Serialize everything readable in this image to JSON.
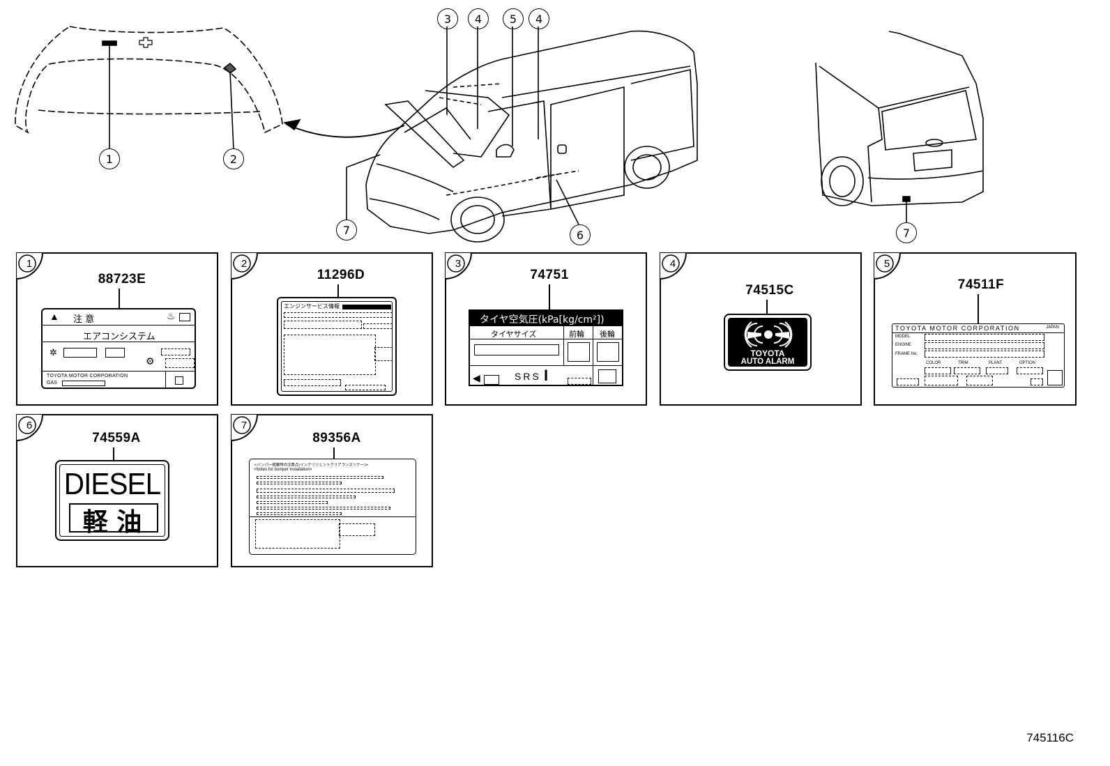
{
  "callouts": {
    "c1": "1",
    "c2": "2",
    "c3": "3",
    "c4a": "4",
    "c5": "5",
    "c4b": "4",
    "c6": "6",
    "c7a": "7",
    "c7b": "7"
  },
  "panels": [
    {
      "num": "1",
      "part": "88723E"
    },
    {
      "num": "2",
      "part": "11296D"
    },
    {
      "num": "3",
      "part": "74751"
    },
    {
      "num": "4",
      "part": "74515C"
    },
    {
      "num": "5",
      "part": "74511F"
    },
    {
      "num": "6",
      "part": "74559A"
    },
    {
      "num": "7",
      "part": "89356A"
    }
  ],
  "label1": {
    "caution": "注 意",
    "system": "エアコンシステム",
    "maker": "TOYOTA MOTOR CORPORATION",
    "gas": "GAS"
  },
  "label2": {
    "header": "エンジンサービス情報"
  },
  "label3": {
    "title": "タイヤ空気圧(kPa[kg/cm²])",
    "size": "タイヤサイズ",
    "front": "前輪",
    "rear": "後輪",
    "srs": "SRS"
  },
  "label4": {
    "line1": "TOYOTA",
    "line2": "AUTO ALARM"
  },
  "label5": {
    "maker": "TOYOTA MOTOR CORPORATION",
    "japan": "JAPAN",
    "model": "MODEL",
    "engine": "ENGINE",
    "frame": "FRAME No.",
    "color": "COLOR",
    "trim": "TRIM",
    "plant": "PLANT",
    "option": "OPTION"
  },
  "label6": {
    "en": "DIESEL",
    "jp": "軽 油"
  },
  "label7": {
    "line1": "<バンパー搭載時の注意点(インテリジェントクリアランスソナー)>",
    "line2": "<Notes for bumper installation>"
  },
  "figure_code": "745116C"
}
